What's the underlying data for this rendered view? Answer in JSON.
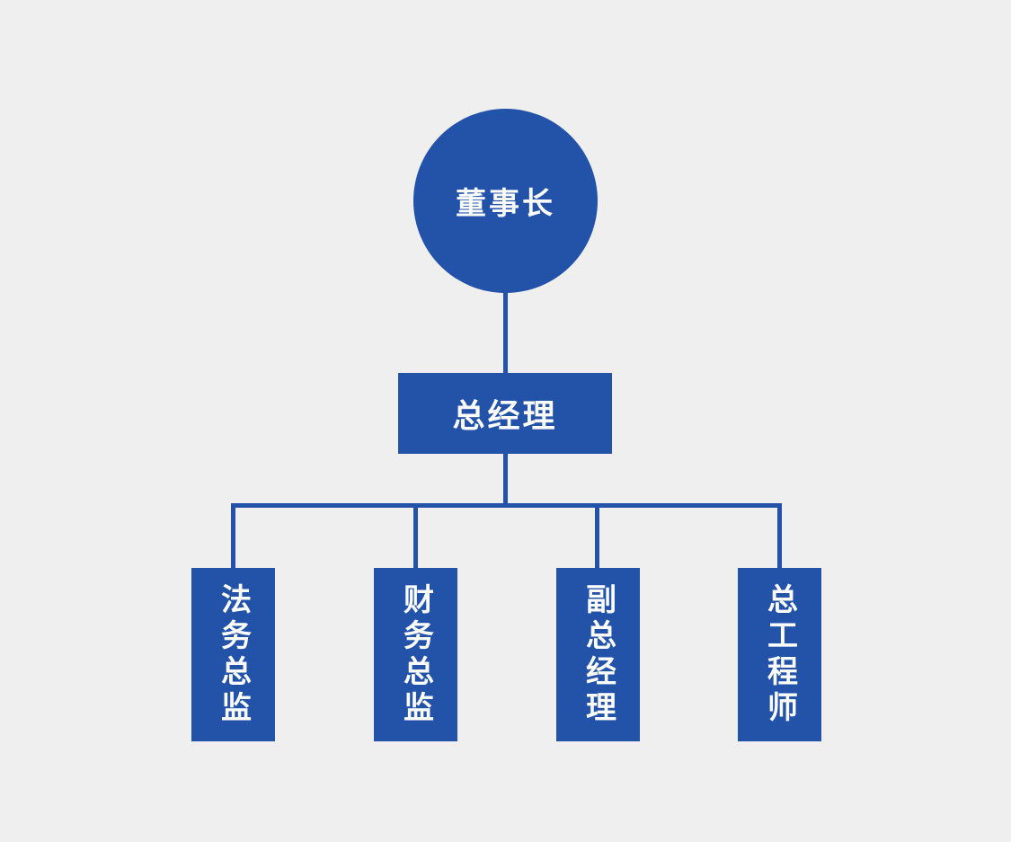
{
  "colors": {
    "background": "#efefef",
    "node_fill": "#2352a9",
    "connector": "#2352a9",
    "label_text": "#ffffff"
  },
  "org_chart": {
    "type": "org-tree",
    "root": {
      "label": "董事长",
      "shape": "circle"
    },
    "manager": {
      "label": "总经理",
      "shape": "rectangle"
    },
    "subordinates": [
      {
        "label": "法务总监",
        "shape": "rectangle",
        "text_direction": "vertical"
      },
      {
        "label": "财务总监",
        "shape": "rectangle",
        "text_direction": "vertical"
      },
      {
        "label": "副总经理",
        "shape": "rectangle",
        "text_direction": "vertical"
      },
      {
        "label": "总工程师",
        "shape": "rectangle",
        "text_direction": "vertical"
      }
    ]
  }
}
